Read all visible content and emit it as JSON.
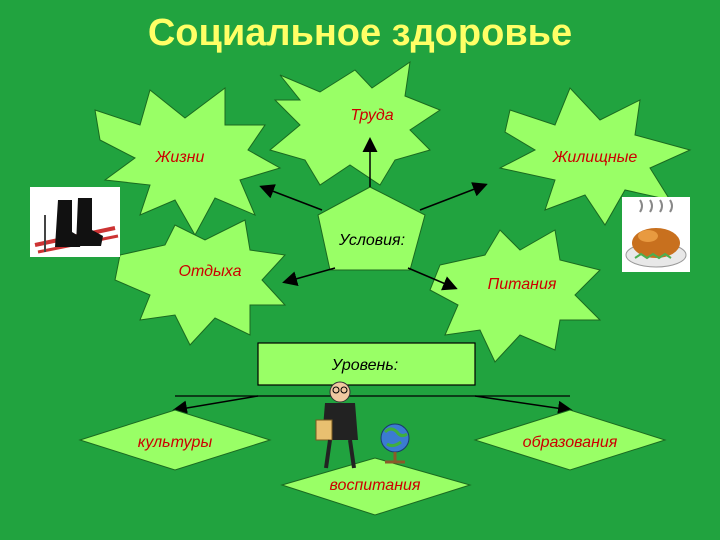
{
  "slide": {
    "title": "Социальное здоровье"
  },
  "conditions": {
    "center_label": "Условия:",
    "items": [
      "Труда",
      "Жизни",
      "Жилищные",
      "Отдыха",
      "Питания"
    ]
  },
  "level": {
    "center_label": "Уровень:",
    "items": [
      "культуры",
      "образования",
      "воспитания"
    ]
  },
  "colors": {
    "background": "#21a33f",
    "shape_fill": "#99ff66",
    "title": "#ffff66",
    "label_red": "#cc0000",
    "label_dark": "#000000"
  },
  "icons": [
    "boots-ski-icon",
    "roast-chicken-icon",
    "professor-with-globe-icon"
  ]
}
